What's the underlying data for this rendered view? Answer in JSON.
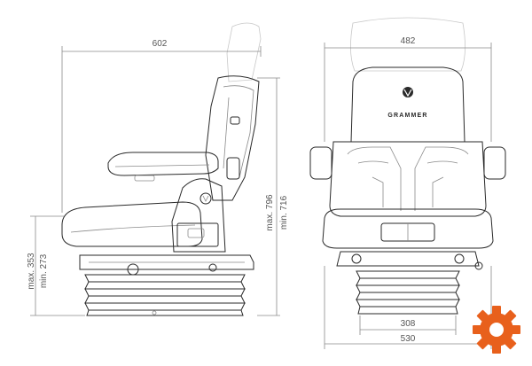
{
  "dimensions": {
    "side_width": "602",
    "front_width": "482",
    "max_height": "max. 796",
    "min_height": "min. 716",
    "seat_max": "max. 353",
    "seat_min": "min. 273",
    "base_inner": "308",
    "base_outer": "530"
  },
  "brand": {
    "logo_text": "GRAMMER"
  },
  "colors": {
    "line": "#2a2a2a",
    "dimension": "#8a8a8a",
    "accent": "#e8601c"
  },
  "icons": {
    "corner_badge": "gear-icon"
  }
}
